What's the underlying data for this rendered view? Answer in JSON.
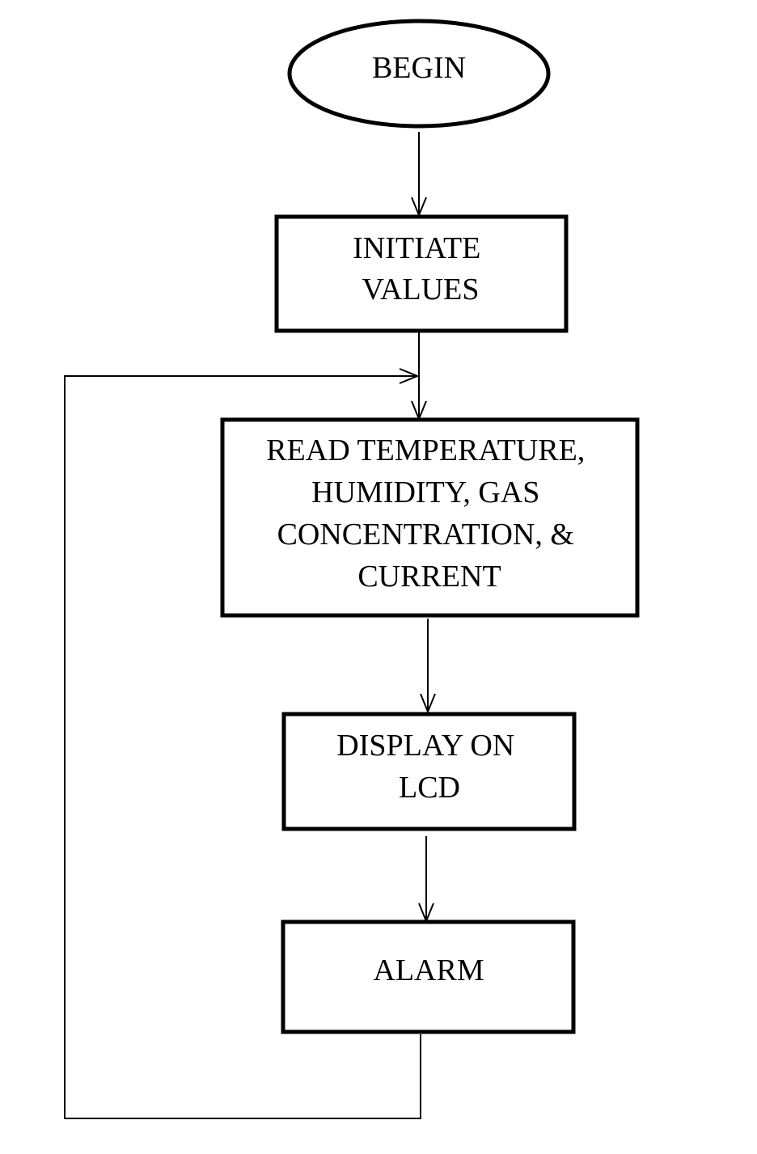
{
  "flowchart": {
    "begin": {
      "label": "BEGIN"
    },
    "initiate": {
      "lines": [
        "INITIATE",
        "VALUES"
      ]
    },
    "read": {
      "lines": [
        "READ TEMPERATURE,",
        "HUMIDITY, GAS",
        "CONCENTRATION, &",
        "CURRENT"
      ]
    },
    "display": {
      "lines": [
        "DISPLAY ON",
        "LCD"
      ]
    },
    "alarm": {
      "label": "ALARM"
    }
  }
}
